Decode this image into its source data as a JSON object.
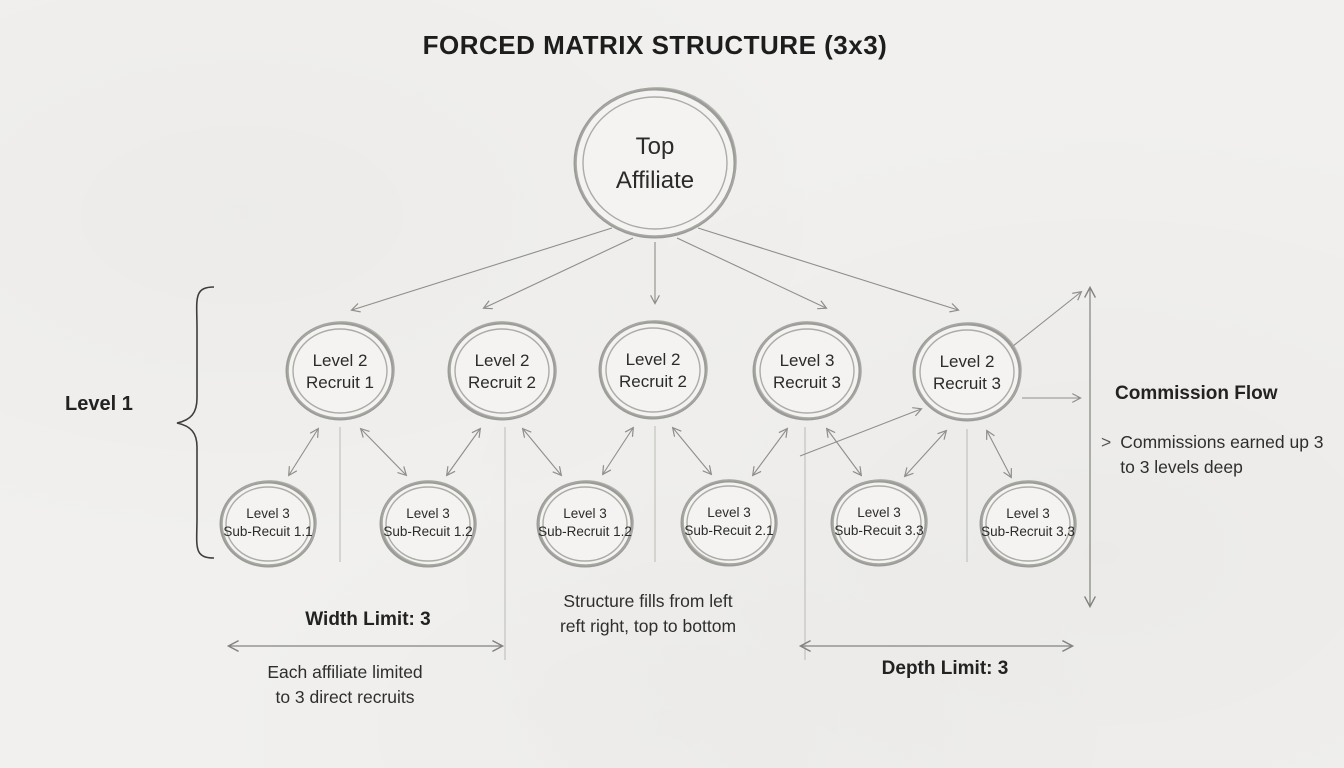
{
  "title": "FORCED MATRIX STRUCTURE (3x3)",
  "nodes": {
    "root": {
      "line1": "Top",
      "line2": "Affiliate"
    },
    "level2": [
      {
        "line1": "Level 2",
        "line2": "Recruit 1"
      },
      {
        "line1": "Level 2",
        "line2": "Recruit 2"
      },
      {
        "line1": "Level 2",
        "line2": "Recruit 2"
      },
      {
        "line1": "Level 3",
        "line2": "Recruit 3"
      },
      {
        "line1": "Level 2",
        "line2": "Recruit 3"
      }
    ],
    "level3": [
      {
        "line1": "Level 3",
        "line2": "Sub-Recuit 1.1"
      },
      {
        "line1": "Level 3",
        "line2": "Sub-Recuit 1.2"
      },
      {
        "line1": "Level 3",
        "line2": "Sub-Recruit 1.2"
      },
      {
        "line1": "Level 3",
        "line2": "Sub-Recuit 2.1"
      },
      {
        "line1": "Level 3",
        "line2": "Sub-Recuit 3.3"
      },
      {
        "line1": "Level 3",
        "line2": "Sub-Recruit 3.3"
      }
    ]
  },
  "annotations": {
    "level_bracket_label": "Level 1",
    "commission": {
      "title": "Commission Flow",
      "bullet_marker": ">",
      "line1": "Commissions earned up 3",
      "line2": "to 3 levels deep"
    },
    "width_limit": {
      "label": "Width Limit: 3",
      "note_line1": "Each affiliate limited",
      "note_line2": "to 3 direct recruits"
    },
    "fill_rule": {
      "line1": "Structure fills from left",
      "line2": "reft right, top to bottom"
    },
    "depth_limit": {
      "label": "Depth Limit: 3"
    }
  },
  "colors": {
    "paper": "#f1f0ee",
    "ink": "#262626",
    "sketch_stroke": "#9b9b97",
    "arrow_stroke": "#8e8e8a"
  }
}
